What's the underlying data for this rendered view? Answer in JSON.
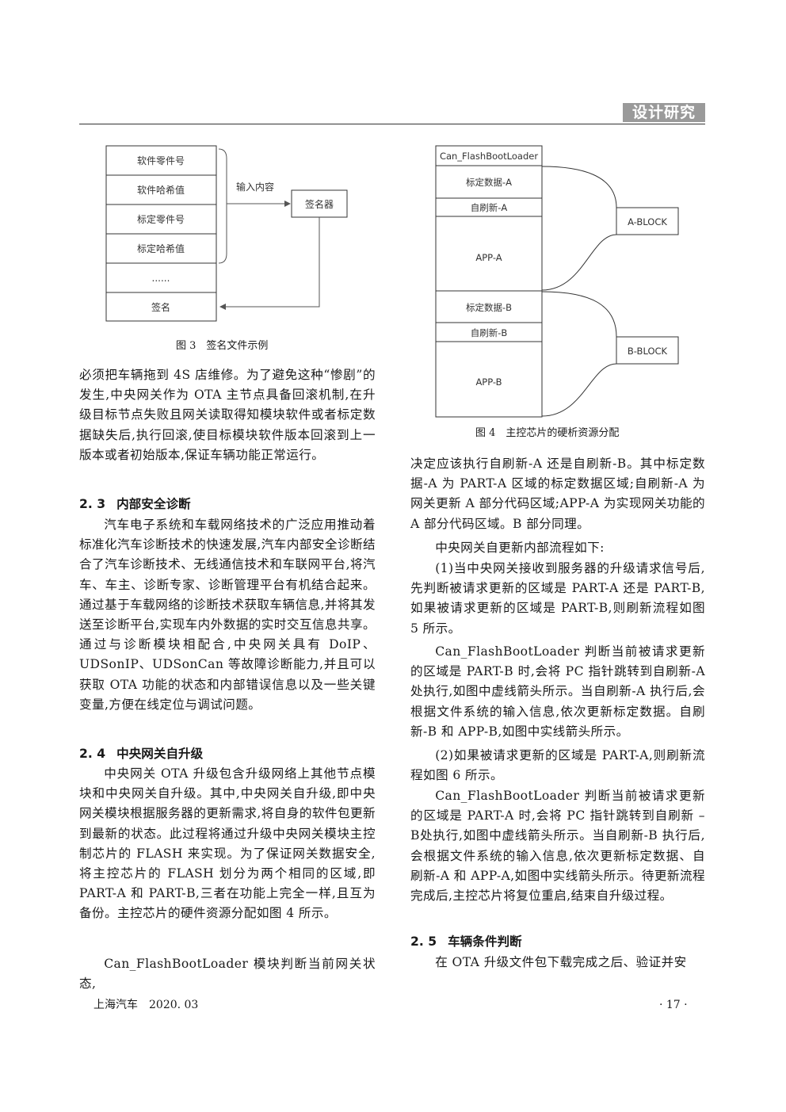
{
  "header": {
    "section_tag": "设计研究"
  },
  "figure3": {
    "rows": [
      "软件零件号",
      "软件哈希值",
      "标定零件号",
      "标定哈希值",
      "......",
      "签名"
    ],
    "label": "输入内容",
    "signer": "签名器",
    "caption": "图 3　签名文件示例"
  },
  "figure4": {
    "rows": [
      "Can_FlashBootLoader",
      "标定数据-A",
      "自刷新-A",
      "APP-A",
      "标定数据-B",
      "自刷新-B",
      "APP-B"
    ],
    "block_a": "A-BLOCK",
    "block_b": "B-BLOCK",
    "caption": "图 4　主控芯片的硬析资源分配"
  },
  "left": {
    "p1": "必须把车辆拖到 4S 店维修。为了避免这种“惨剧”的发生,中央网关作为 OTA 主节点具备回滚机制,在升级目标节点失败且网关读取得知模块软件或者标定数据缺失后,执行回滚,使目标模块软件版本回滚到上一版本或者初始版本,保证车辆功能正常运行。",
    "h23_num": "2. 3",
    "h23_title": "内部安全诊断",
    "p2": "汽车电子系统和车载网络技术的广泛应用推动着标准化汽车诊断技术的快速发展,汽车内部安全诊断结合了汽车诊断技术、无线通信技术和车联网平台,将汽车、车主、诊断专家、诊断管理平台有机结合起来。通过基于车载网络的诊断技术获取车辆信息,并将其发送至诊断平台,实现车内外数据的实时交互信息共享。通过与诊断模块相配合,中央网关具有 DoIP、UDSonIP、UDSonCan 等故障诊断能力,并且可以获取 OTA 功能的状态和内部错误信息以及一些关键变量,方便在线定位与调试问题。",
    "h24_num": "2. 4",
    "h24_title": "中央网关自升级",
    "p3": "中央网关 OTA 升级包含升级网络上其他节点模块和中央网关自升级。其中,中央网关自升级,即中央网关模块根据服务器的更新需求,将自身的软件包更新到最新的状态。此过程将通过升级中央网关模块主控制芯片的 FLASH 来实现。为了保证网关数据安全,将主控芯片的 FLASH 划分为两个相同的区域,即 PART-A 和 PART-B,三者在功能上完全一样,且互为备份。主控芯片的硬件资源分配如图 4 所示。",
    "p4": "Can_FlashBootLoader 模块判断当前网关状态,"
  },
  "right": {
    "p1": "决定应该执行自刷新-A 还是自刷新-B。其中标定数据-A 为 PART-A 区域的标定数据区域;自刷新-A 为网关更新 A 部分代码区域;APP-A 为实现网关功能的 A 部分代码区域。B 部分同理。",
    "p2": "中央网关自更新内部流程如下:",
    "p3": "(1)当中央网关接收到服务器的升级请求信号后,先判断被请求更新的区域是 PART-A 还是 PART-B,如果被请求更新的区域是 PART-B,则刷新流程如图 5 所示。",
    "p4": "Can_FlashBootLoader 判断当前被请求更新的区域是 PART-B 时,会将 PC 指针跳转到自刷新-A 处执行,如图中虚线箭头所示。当自刷新-A 执行后,会根据文件系统的输入信息,依次更新标定数据。自刷新-B 和 APP-B,如图中实线箭头所示。",
    "p5": "(2)如果被请求更新的区域是 PART-A,则刷新流程如图 6 所示。",
    "p6": "Can_FlashBootLoader 判断当前被请求更新的区域是 PART-A 时,会将 PC 指针跳转到自刷新 –B处执行,如图中虚线箭头所示。当自刷新-B 执行后,会根据文件系统的输入信息,依次更新标定数据、自刷新-A 和 APP-A,如图中实线箭头所示。待更新流程完成后,主控芯片将复位重启,结束自升级过程。",
    "h25_num": "2. 5",
    "h25_title": "车辆条件判断",
    "p7": "在 OTA 升级文件包下载完成之后、验证并安"
  },
  "footer": {
    "journal": "上海汽车　2020. 03",
    "page": "· 17 ·"
  }
}
